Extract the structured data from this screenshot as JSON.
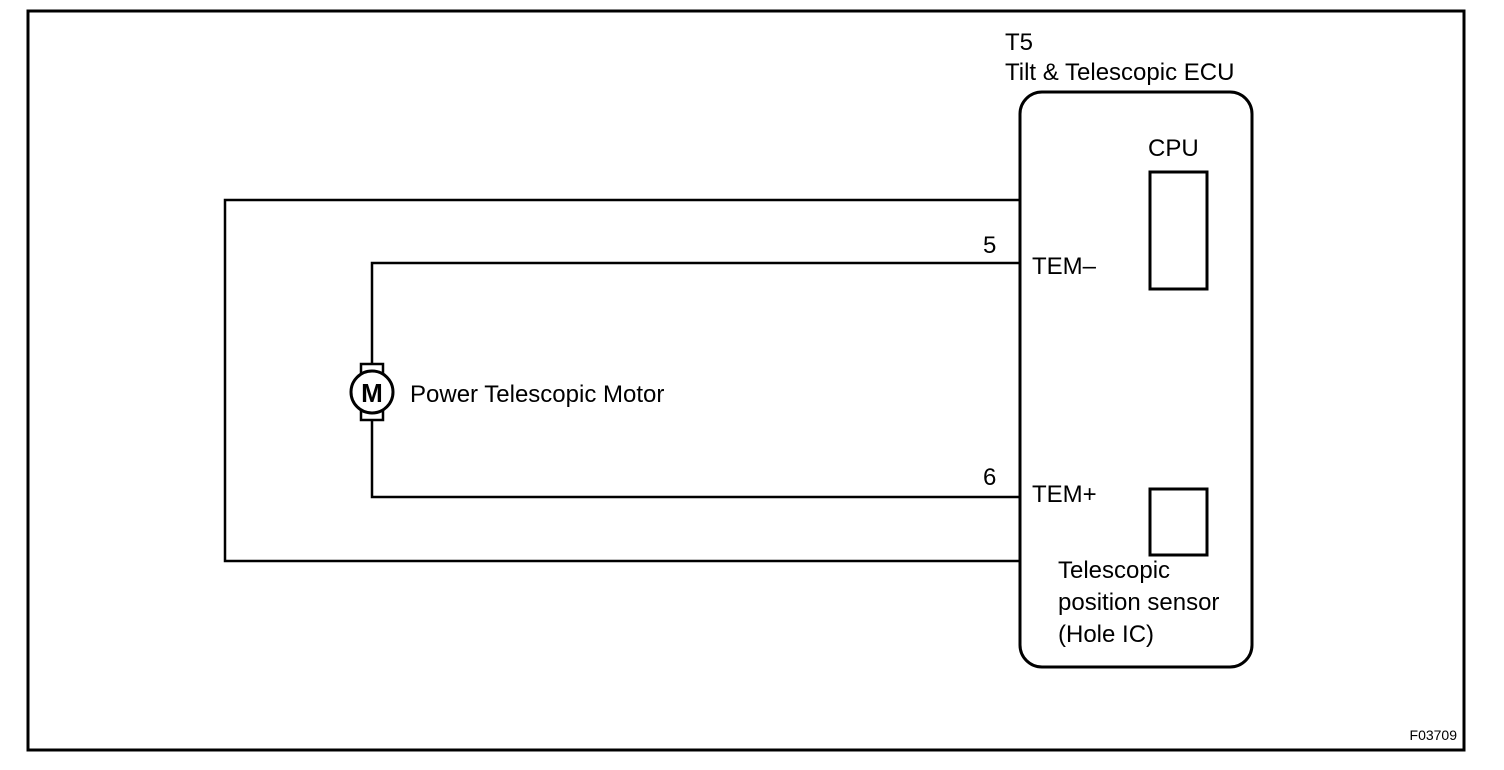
{
  "ecu": {
    "connector": "T5",
    "name": "Tilt & Telescopic ECU",
    "cpu_label": "CPU",
    "sensor_label_lines": [
      "Telescopic",
      "position sensor",
      "(Hole IC)"
    ]
  },
  "pins": [
    {
      "number": "5",
      "name": "TEM–"
    },
    {
      "number": "6",
      "name": "TEM+"
    }
  ],
  "motor": {
    "symbol": "M",
    "label": "Power Telescopic Motor"
  },
  "figure_code": "F03709",
  "colors": {
    "line": "#000000",
    "background": "#ffffff"
  }
}
